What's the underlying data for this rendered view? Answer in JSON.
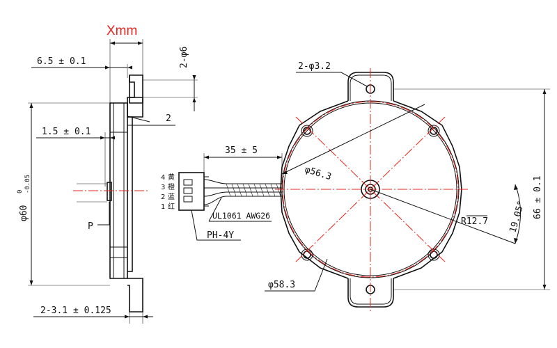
{
  "labels": {
    "xmm": "Xmm",
    "thickness": "6.5 ± 0.1",
    "hole_side": "2-φ6",
    "step": "2",
    "shaft_offset": "1.5 ± 0.1",
    "diameter_side": "φ60",
    "tol_upper": "0",
    "tol_lower": "-0.05",
    "p_label": "P",
    "tab_holes": "2-3.1 ± 0.125",
    "lead_length": "35 ± 5",
    "pin4": "4",
    "pin3": "3",
    "pin2": "2",
    "pin1": "1",
    "color4": "黄",
    "color3": "橙",
    "color2": "蓝",
    "color1": "红",
    "wire_spec": "UL1061  AWG26",
    "connector": "PH-4Y",
    "hole_top": "2-φ3.2",
    "dia_563": "φ56.3",
    "radius": "R12.7",
    "angle": "19.05°",
    "height": "66 ± 0.1",
    "dia_583": "φ58.3"
  },
  "colors": {
    "centerline": "#e8241c",
    "ink": "#111111"
  }
}
